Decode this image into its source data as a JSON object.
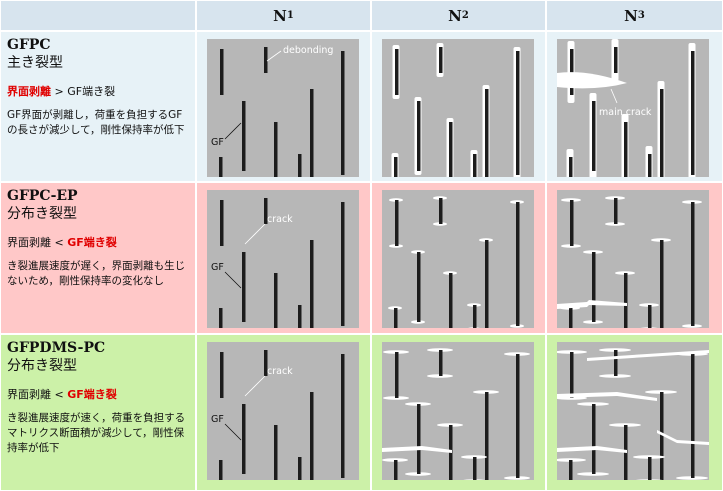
{
  "columns": [
    {
      "letter": "N",
      "sub": "1"
    },
    {
      "letter": "N",
      "sub": "2"
    },
    {
      "letter": "N",
      "sub": "3"
    }
  ],
  "rows": [
    {
      "name": "GFPC",
      "type": "主き裂型",
      "cmp_left": "界面剥離",
      "cmp_op": " > ",
      "cmp_right": "GF端き裂",
      "highlight": "left",
      "desc": "GF界面が剥離し，荷重を負担するGFの長さが減少して，剛性保持率が低下"
    },
    {
      "name": "GFPC-EP",
      "type": "分布き裂型",
      "cmp_left": "界面剥離",
      "cmp_op": " < ",
      "cmp_right": "GF端き裂",
      "highlight": "right",
      "desc": "き裂進展速度が遅く，界面剥離も生じないため，剛性保持率の変化なし"
    },
    {
      "name": "GFPDMS-PC",
      "type": "分布き裂型",
      "cmp_left": "界面剥離",
      "cmp_op": " < ",
      "cmp_right": "GF端き裂",
      "highlight": "right",
      "desc": "き裂進展速度が速く，荷重を負担するマトリクス断面積が減少して，剛性保持率が低下"
    }
  ],
  "annotations": {
    "debonding": "debonding",
    "gf": "GF",
    "main_crack": "main crack",
    "crack": "crack"
  },
  "colors": {
    "header_bg": "#d7e4ee",
    "row_bg": [
      "#e7f2f7",
      "#ffc8c8",
      "#ccf1a8"
    ],
    "panel": "#b7b7b7",
    "fiber": "#1c1c1c",
    "crack": "#ffffff",
    "highlight": "#e00000"
  }
}
